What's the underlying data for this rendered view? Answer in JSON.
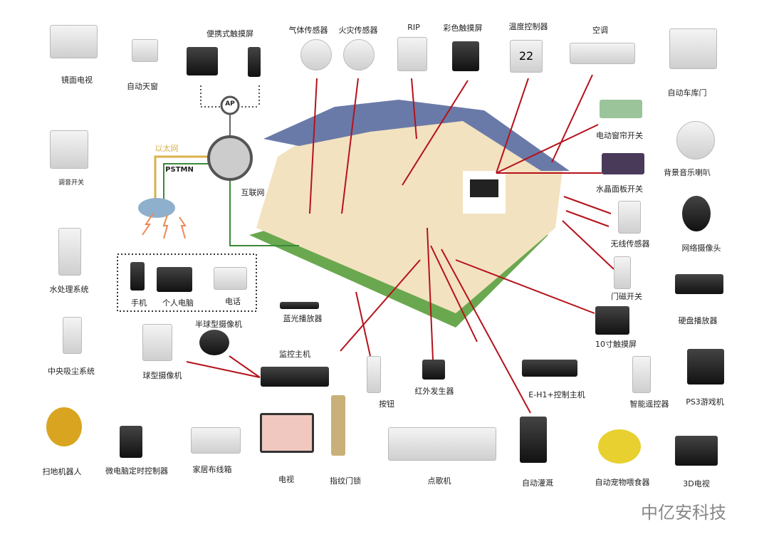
{
  "title": "智能家居系统示意图",
  "network": {
    "ap": "AP",
    "ethernet": "以太网",
    "pstmn": "PSTMN",
    "internet": "互联网",
    "phone": "手机",
    "pc": "个人电脑",
    "telephone": "电话"
  },
  "devices": {
    "mirror_tv": "镜面电视",
    "auto_skylight": "自动天窗",
    "portable_touch": "便携式触摸屏",
    "gas_sensor": "气体传感器",
    "fire_sensor": "火灾传感器",
    "rip": "RIP",
    "color_touch": "彩色触摸屏",
    "thermostat": "温度控制器",
    "ac": "空调",
    "garage_door": "自动车库门",
    "curtain_switch": "电动窗帘开关",
    "bg_speaker": "背景音乐喇叭",
    "crystal_switch": "水晶面板开关",
    "ip_camera": "网络摄像头",
    "wireless_sensor": "无线传感器",
    "door_sensor": "门磁开关",
    "hdd_player": "硬盘播放器",
    "touch10": "10寸触摸屏",
    "ps3": "PS3游戏机",
    "remote": "智能遥控器",
    "controller": "E-H1+控制主机",
    "volume_switch": "调音开关",
    "water": "水处理系统",
    "bluray": "蓝光播放器",
    "vacuum": "中央吸尘系统",
    "dome_cam": "半球型摄像机",
    "ball_cam": "球型摄像机",
    "nvr": "监控主机",
    "button": "按钮",
    "ir": "红外发生器",
    "robot": "扫地机器人",
    "timer": "微电脑定时控制器",
    "wiring_box": "家居布线箱",
    "tv": "电视",
    "fingerprint_lock": "指纹门锁",
    "karaoke": "点歌机",
    "irrigation": "自动灌溉",
    "pet_feeder": "自动宠物喂食器",
    "tv3d": "3D电视"
  },
  "thermostat_display": "22",
  "watermark": "中亿安科技",
  "colors": {
    "link": "#b5121b",
    "ethernet": "#d8b24a",
    "pstmn": "#3a8a3a",
    "ap": "#666666"
  }
}
